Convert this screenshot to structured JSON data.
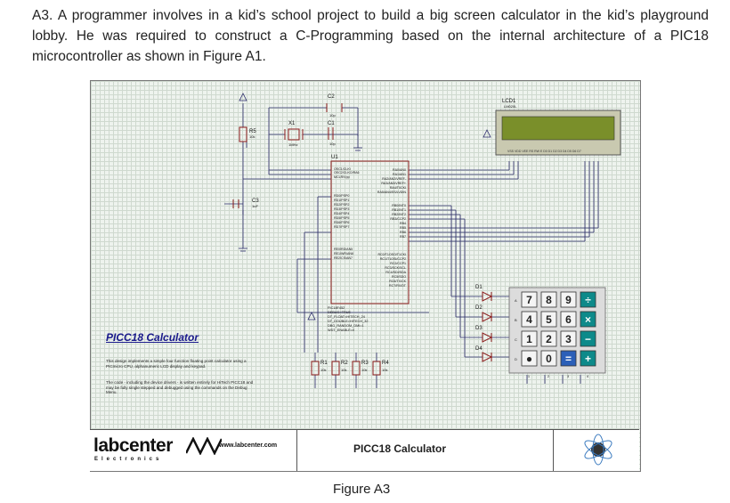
{
  "question": {
    "text": "A3. A programmer involves in a kid’s school project to build a big screen calculator in the kid’s playground lobby. He was required to construct a C-Programming based on the internal architecture of a PIC18 microcontroller as shown in Figure A1."
  },
  "schematic": {
    "components": {
      "c2": "C2",
      "c2_val": "10p",
      "c1": "C1",
      "c1_val": "10p",
      "x1": "X1",
      "x1_val": "1MHz",
      "r5": "R5",
      "r5_val": "10k",
      "c3": "C3",
      "c3_val": "1uF",
      "u1": "U1",
      "lcd": "LCD1",
      "lcd_val": "LM020L",
      "d1": "D1",
      "d2": "D2",
      "d3": "D3",
      "d4": "D4",
      "r1": "R1",
      "r2": "R2",
      "r3": "R3",
      "r4": "R4",
      "r_val": "10k"
    },
    "pic_left_pins": [
      "OSC1/CLKI",
      "OSC2/CLKO/RA6",
      "MCLR/Vpp",
      "RD0/PSP0",
      "RD1/PSP1",
      "RD2/PSP2",
      "RD3/PSP3",
      "RD4/PSP4",
      "RD5/PSP5",
      "RD6/PSP6",
      "RD7/PSP7",
      "RE0/RD/AN5",
      "RE1/WR/AN6",
      "RE2/CS/AN7"
    ],
    "pic_right_pins": [
      "RA0/AN0",
      "RA1/AN1",
      "RA2/AN2/VREF-",
      "RA3/AN3/VREF+",
      "RA4/T0CKI",
      "RA5/AN4/SS/LVDIN",
      "RB0/INT0",
      "RB1/INT1",
      "RB2/INT2",
      "RB3/CCP2",
      "RB4",
      "RB5",
      "RB6",
      "RB7",
      "RC0/T1OSO/T1CKI",
      "RC1/T1OSI/CCP2",
      "RC2/CCP1",
      "RC3/SCK/SCL",
      "RC4/SDI/SDA",
      "RC5/SDO",
      "RC6/TX/CK",
      "RC7/RX/DT"
    ],
    "pic_props": [
      "PIC18F452",
      "DEBUG=TRUE",
      "DT_FLOAT=HITECH_24",
      "DT_DOUBLE=HITECH_32",
      "DBG_RANDOM_DMI=1",
      "WDT_ENABLE=0"
    ],
    "lcd_pins": [
      "VSS",
      "VDD",
      "VEE",
      "RS",
      "RW",
      "E",
      "D0",
      "D1",
      "D2",
      "D3",
      "D4",
      "D5",
      "D6",
      "D7"
    ],
    "keypad": {
      "rows": [
        "A",
        "B",
        "C",
        "D"
      ],
      "cols": [
        "1",
        "2",
        "3",
        "4"
      ],
      "keys": [
        [
          "7",
          "8",
          "9",
          "÷"
        ],
        [
          "4",
          "5",
          "6",
          "×"
        ],
        [
          "1",
          "2",
          "3",
          "−"
        ],
        [
          "●",
          "0",
          "=",
          "+"
        ]
      ]
    },
    "description": {
      "title": "PICC18 Calculator",
      "p1": "This design implements a simple four function floating point calculator using a PICmicro CPU, alphanumeric LCD display and keypad.",
      "p2": "The code - including the device drivers - is  written entirely for HiTech PICC18 and may be fully single stepped and debugged using the commands on the Debug Menu."
    },
    "footer": {
      "brand": "labcenter",
      "brand_sub": "Electronics",
      "url": "www.labcenter.com",
      "title": "PICC18 Calculator"
    }
  },
  "caption": "Figure A3",
  "colors": {
    "wire": "#2a2a6a",
    "component": "#8b1a1a",
    "key_blue": "#2b5fb8",
    "key_teal": "#0d8a8a",
    "lcd_green": "#7a8f2a"
  }
}
